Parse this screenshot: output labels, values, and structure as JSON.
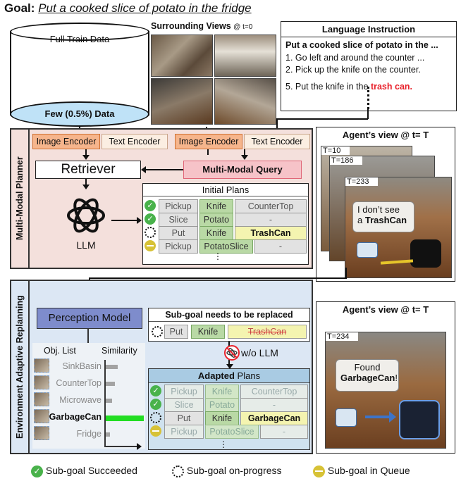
{
  "goal": {
    "prefix": "Goal:",
    "text": "Put a cooked slice of potato in the fridge"
  },
  "data": {
    "full": "Full Train Data",
    "few": "Few (0.5%) Data"
  },
  "views": {
    "title": "Surrounding Views",
    "subtitle": "@ t=0"
  },
  "instruction": {
    "title": "Language Instruction",
    "main": "Put a cooked slice of potato in the ...",
    "steps": [
      "1. Go left and around the counter ...",
      "2. Pick up the knife on the counter."
    ],
    "step5_prefix": "5. Put the knife in",
    "step5_article": "the",
    "step5_target": "trash can.",
    "ellipsis": "⋮"
  },
  "planner": {
    "label": "Multi-Modal Planner",
    "image_encoder": "Image Encoder",
    "text_encoder": "Text Encoder",
    "retriever": "Retriever",
    "query": "Multi-Modal Query",
    "llm": "LLM",
    "plans_title": "Initial Plans",
    "plans": [
      {
        "status": "succeeded",
        "action": "Pickup",
        "object": "Knife",
        "target": "CounterTop"
      },
      {
        "status": "succeeded",
        "action": "Slice",
        "object": "Potato",
        "target": "-"
      },
      {
        "status": "progress",
        "action": "Put",
        "object": "Knife",
        "target": "TrashCan"
      },
      {
        "status": "queue",
        "action": "Pickup",
        "object": "PotatoSlice",
        "target": "-"
      }
    ],
    "more": "⋮"
  },
  "agent_view_top": {
    "title": "Agent’s view @ t= T",
    "frames": [
      "T=10",
      "T=186",
      "T=233"
    ],
    "speech_1": "I don’t see",
    "speech_2": "a",
    "speech_bold": "TrashCan"
  },
  "replanning": {
    "label": "Environment Adaptive Replanning",
    "perception": "Perception Model",
    "replace_title": "Sub-goal needs to be replaced",
    "replace": {
      "action": "Put",
      "object": "Knife",
      "target": "TrashCan"
    },
    "wo_llm": "w/o LLM",
    "obj_list": "Obj. List",
    "similarity": "Similarity",
    "objects": [
      {
        "name": "SinkBasin",
        "sim": 0.28
      },
      {
        "name": "CounterTop",
        "sim": 0.22
      },
      {
        "name": "Microwave",
        "sim": 0.15
      },
      {
        "name": "GarbageCan",
        "sim": 0.9
      },
      {
        "name": "Fridge",
        "sim": 0.1
      }
    ],
    "adapted_bold": "Adapted",
    "adapted_rest": "Plans",
    "plans": [
      {
        "status": "succeeded",
        "action": "Pickup",
        "object": "Knife",
        "target": "CounterTop"
      },
      {
        "status": "succeeded",
        "action": "Slice",
        "object": "Potato",
        "target": "-"
      },
      {
        "status": "progress",
        "action": "Put",
        "object": "Knife",
        "target": "GarbageCan"
      },
      {
        "status": "queue",
        "action": "Pickup",
        "object": "PotatoSlice",
        "target": "-"
      }
    ],
    "more": "⋮"
  },
  "agent_view_bottom": {
    "title": "Agent’s view @ t= T",
    "frame": "T=234",
    "speech_1": "Found",
    "speech_bold": "GarbageCan",
    "speech_end": "!"
  },
  "legend": {
    "succeeded": "Sub-goal Succeeded",
    "progress": "Sub-goal on-progress",
    "queue": "Sub-goal in Queue"
  },
  "colors": {
    "accent_red": "#e8202a",
    "planner_bg": "#f4e0dc",
    "replan_bg": "#dce7f4",
    "highlight_green": "#22dd22"
  }
}
